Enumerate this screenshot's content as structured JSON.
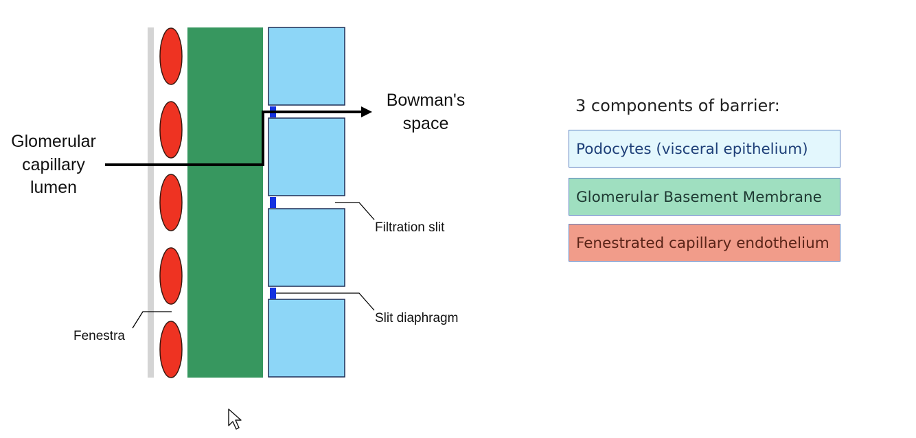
{
  "diagram": {
    "labels": {
      "lumen": [
        "Glomerular",
        "capillary",
        "lumen"
      ],
      "bowman": [
        "Bowman's",
        "space"
      ],
      "filtration_slit": "Filtration slit",
      "slit_diaphragm": "Slit diaphragm",
      "fenestra": "Fenestra"
    },
    "colors": {
      "endothelial_cell": "#ee3322",
      "basement_membrane": "#37975f",
      "podocyte": "#8dd6f7",
      "podocyte_border": "#1e2d55",
      "slit_diaphragm": "#1432e0",
      "endothelial_wall": "#d4d4d4"
    },
    "endothelial_cell_count": 5,
    "podocyte_count": 4
  },
  "panel": {
    "title": "3 components of barrier:",
    "components": [
      {
        "label": "Podocytes (visceral epithelium)",
        "color": "#e3f7fd"
      },
      {
        "label": "Glomerular Basement Membrane",
        "color": "#9fdfc0"
      },
      {
        "label": "Fenestrated capillary endothelium",
        "color": "#f19c8a"
      }
    ]
  }
}
